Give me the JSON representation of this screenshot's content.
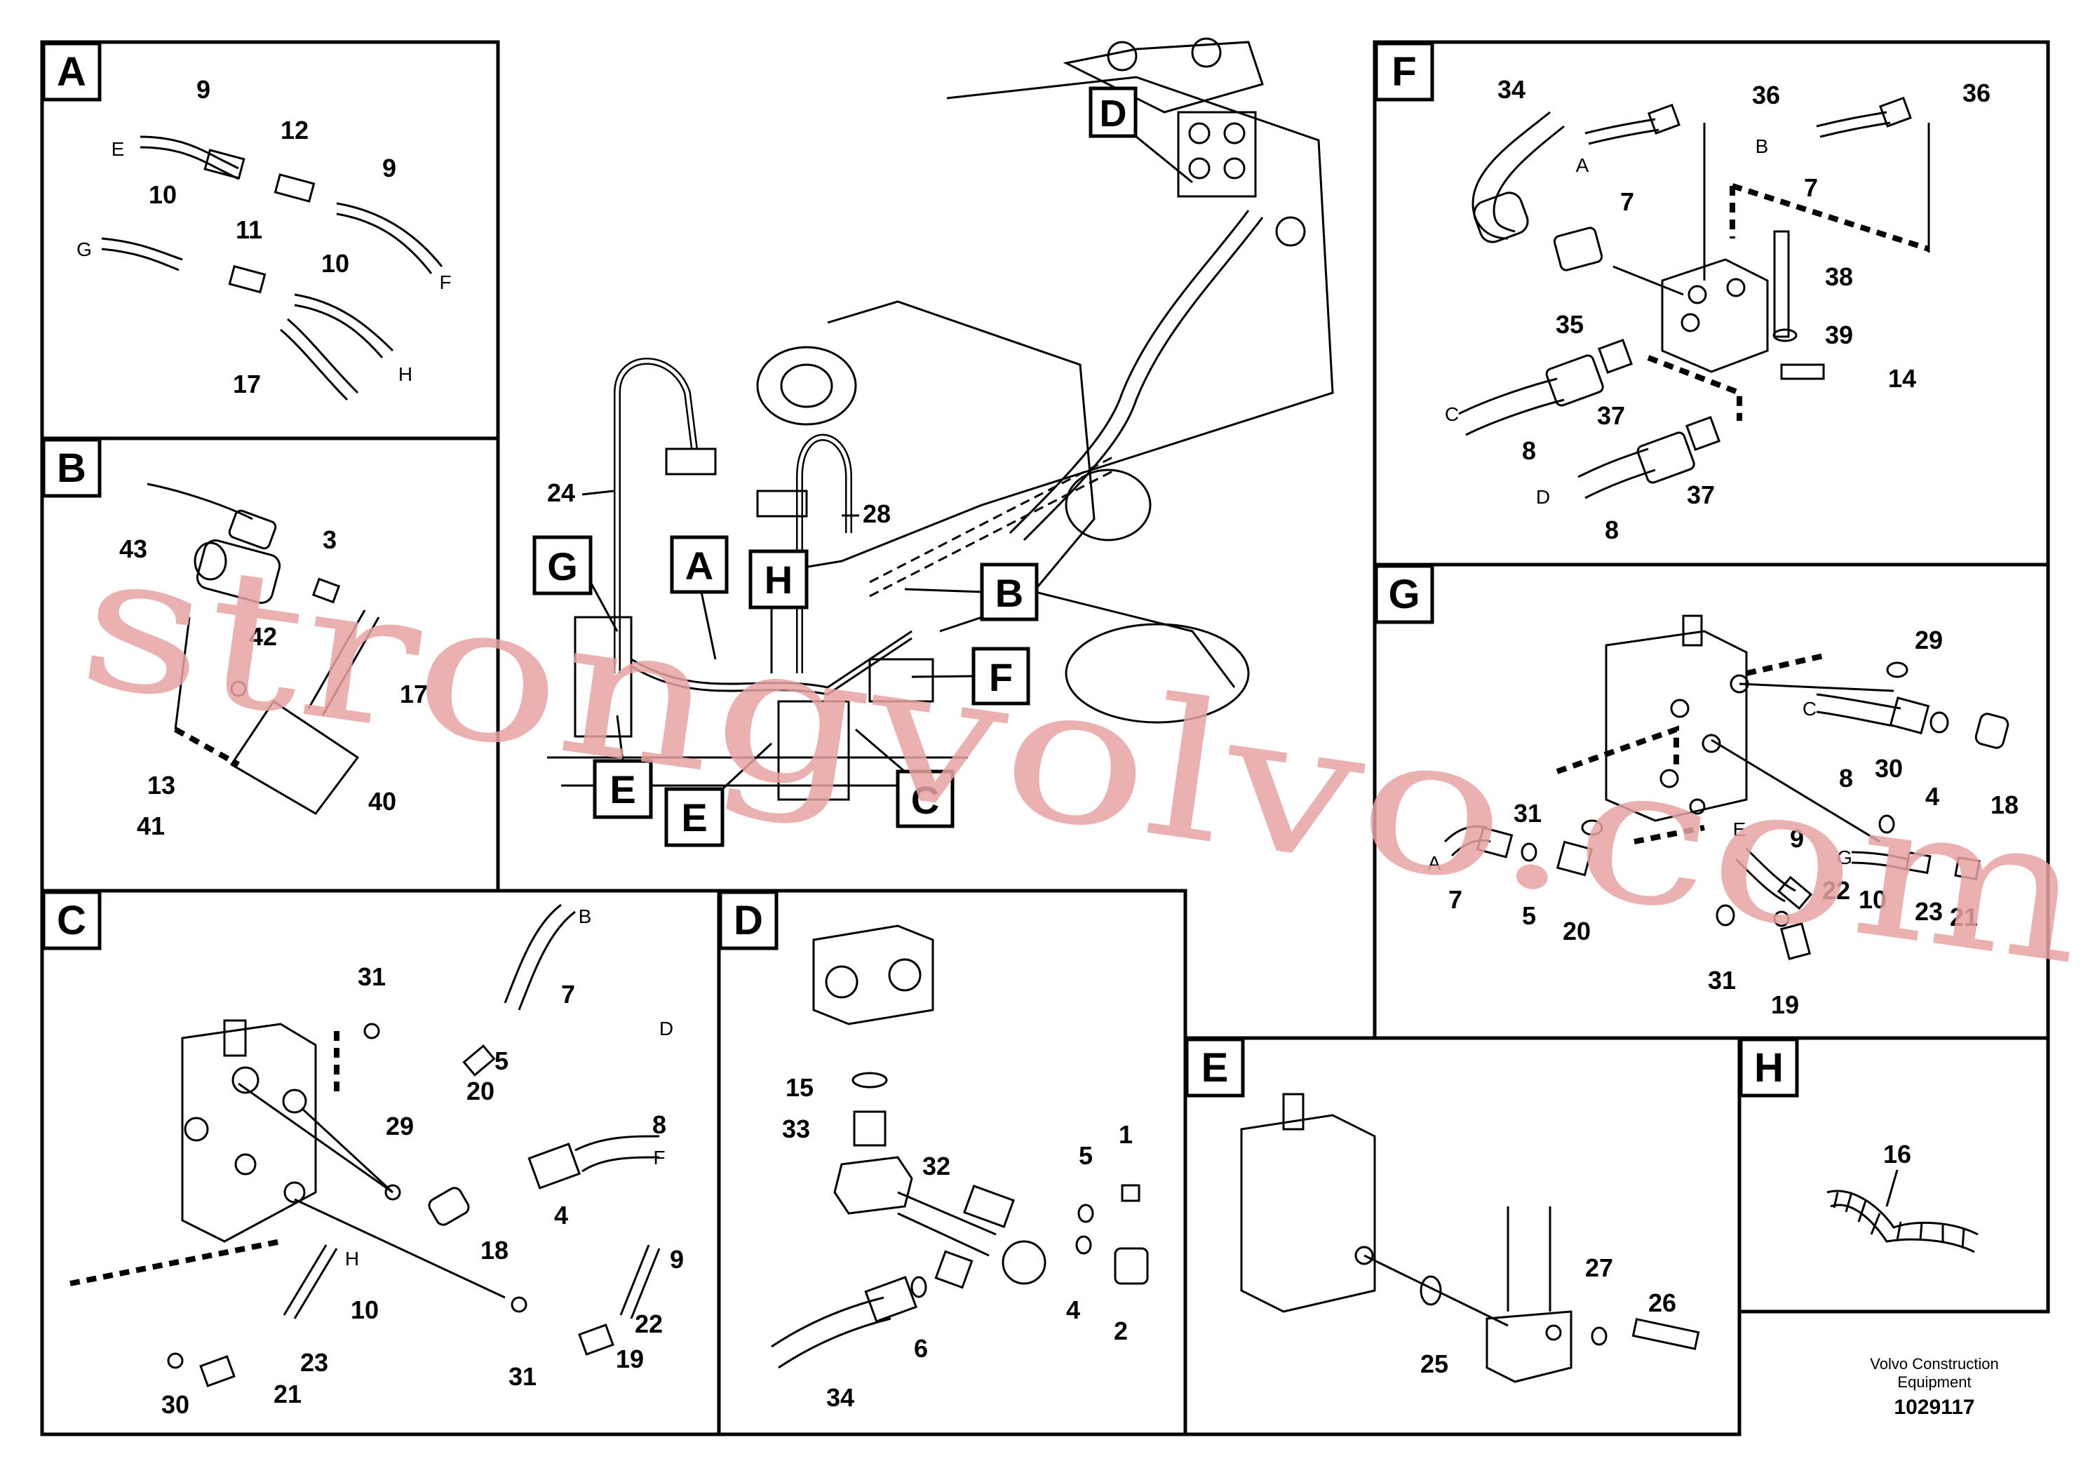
{
  "panels": {
    "A": {
      "letter": "A",
      "labels": [
        "9",
        "12",
        "9",
        "10",
        "11",
        "10",
        "17",
        "E",
        "F",
        "G",
        "H"
      ]
    },
    "B": {
      "letter": "B",
      "labels": [
        "43",
        "3",
        "42",
        "17",
        "13",
        "41",
        "40"
      ]
    },
    "C": {
      "letter": "C",
      "labels": [
        "31",
        "7",
        "5",
        "20",
        "8",
        "29",
        "4",
        "18",
        "9",
        "22",
        "10",
        "23",
        "21",
        "31",
        "19",
        "30",
        "B",
        "D",
        "F",
        "H"
      ]
    },
    "D": {
      "letter": "D",
      "labels": [
        "15",
        "33",
        "32",
        "1",
        "5",
        "4",
        "2",
        "6",
        "34"
      ]
    },
    "E": {
      "letter": "E",
      "labels": [
        "27",
        "26",
        "25"
      ]
    },
    "F": {
      "letter": "F",
      "labels": [
        "34",
        "36",
        "36",
        "7",
        "7",
        "38",
        "35",
        "39",
        "14",
        "37",
        "37",
        "8",
        "8",
        "A",
        "B",
        "C",
        "D"
      ]
    },
    "G": {
      "letter": "G",
      "labels": [
        "29",
        "8",
        "4",
        "18",
        "30",
        "31",
        "7",
        "5",
        "20",
        "9",
        "10",
        "23",
        "21",
        "22",
        "31",
        "19",
        "C",
        "A",
        "E",
        "G"
      ]
    },
    "H": {
      "letter": "H",
      "labels": [
        "16"
      ]
    }
  },
  "main": {
    "callouts": [
      "D",
      "G",
      "A",
      "H",
      "B",
      "F",
      "E",
      "E",
      "C"
    ],
    "numbers": [
      "24",
      "28"
    ]
  },
  "watermark": "strongvolvo.com",
  "footer": {
    "company_line1": "Volvo Construction",
    "company_line2": "Equipment",
    "drawing_number": "1029117"
  },
  "colors": {
    "line": "#000000",
    "watermark": "#e8a3a3",
    "background": "#ffffff"
  }
}
